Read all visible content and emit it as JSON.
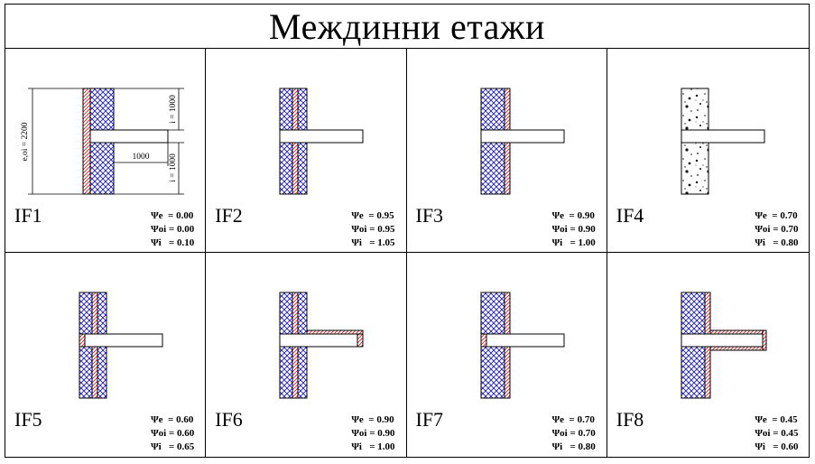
{
  "title": "Междинни етажи",
  "cells": [
    {
      "label": "IF1",
      "psi": {
        "e": "Ψe  = 0.00",
        "oi": "Ψoi = 0.00",
        "i": "Ψi   = 0.10"
      },
      "variant": "IF1",
      "dims": {
        "h": "e,oi = 2200",
        "top": "i = 1000",
        "bot": "i = 1000",
        "slab": "1000"
      }
    },
    {
      "label": "IF2",
      "psi": {
        "e": "Ψe  = 0.95",
        "oi": "Ψoi = 0.95",
        "i": "Ψi   = 1.05"
      },
      "variant": "IF2"
    },
    {
      "label": "IF3",
      "psi": {
        "e": "Ψe  = 0.90",
        "oi": "Ψoi = 0.90",
        "i": "Ψi   = 1.00"
      },
      "variant": "IF3"
    },
    {
      "label": "IF4",
      "psi": {
        "e": "Ψe  = 0.70",
        "oi": "Ψoi = 0.70",
        "i": "Ψi   = 0.80"
      },
      "variant": "IF4"
    },
    {
      "label": "IF5",
      "psi": {
        "e": "Ψe  = 0.60",
        "oi": "Ψoi = 0.60",
        "i": "Ψi   = 0.65"
      },
      "variant": "IF5"
    },
    {
      "label": "IF6",
      "psi": {
        "e": "Ψe  = 0.90",
        "oi": "Ψoi = 0.90",
        "i": "Ψi   = 1.00"
      },
      "variant": "IF6"
    },
    {
      "label": "IF7",
      "psi": {
        "e": "Ψe  = 0.70",
        "oi": "Ψoi = 0.70",
        "i": "Ψi   = 0.80"
      },
      "variant": "IF7"
    },
    {
      "label": "IF8",
      "psi": {
        "e": "Ψe  = 0.45",
        "oi": "Ψoi = 0.45",
        "i": "Ψi   = 0.60"
      },
      "variant": "IF8"
    }
  ],
  "colors": {
    "insulation": "#1a1ad0",
    "thermal": "#e02020",
    "line": "#000000"
  }
}
